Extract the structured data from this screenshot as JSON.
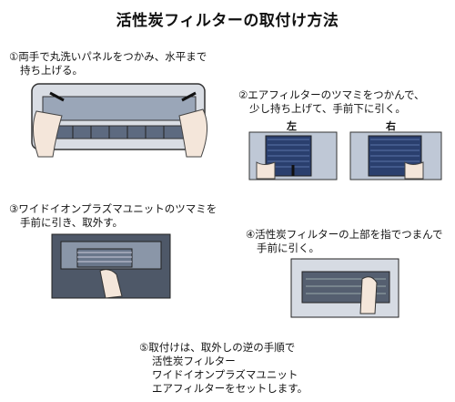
{
  "title": "活性炭フィルターの取付け方法",
  "steps": [
    {
      "lines": [
        "①両手で丸洗いパネルをつかみ、水平まで",
        "持ち上げる。"
      ]
    },
    {
      "lines": [
        "②エアフィルターのツマミをつかんで、",
        "少し持ち上げて、手前下に引く。"
      ],
      "left_label": "左",
      "right_label": "右"
    },
    {
      "lines": [
        "③ワイドイオンプラズマユニットのツマミを",
        "手前に引き、取外す。"
      ]
    },
    {
      "lines": [
        "④活性炭フィルターの上部を指でつまんで",
        "手前に引く。"
      ]
    },
    {
      "lines": [
        "⑤取付けは、取外しの逆の手順で",
        "活性炭フィルター",
        "ワイドイオンプラズマユニット",
        "エアフィルターをセットします。"
      ]
    }
  ]
}
